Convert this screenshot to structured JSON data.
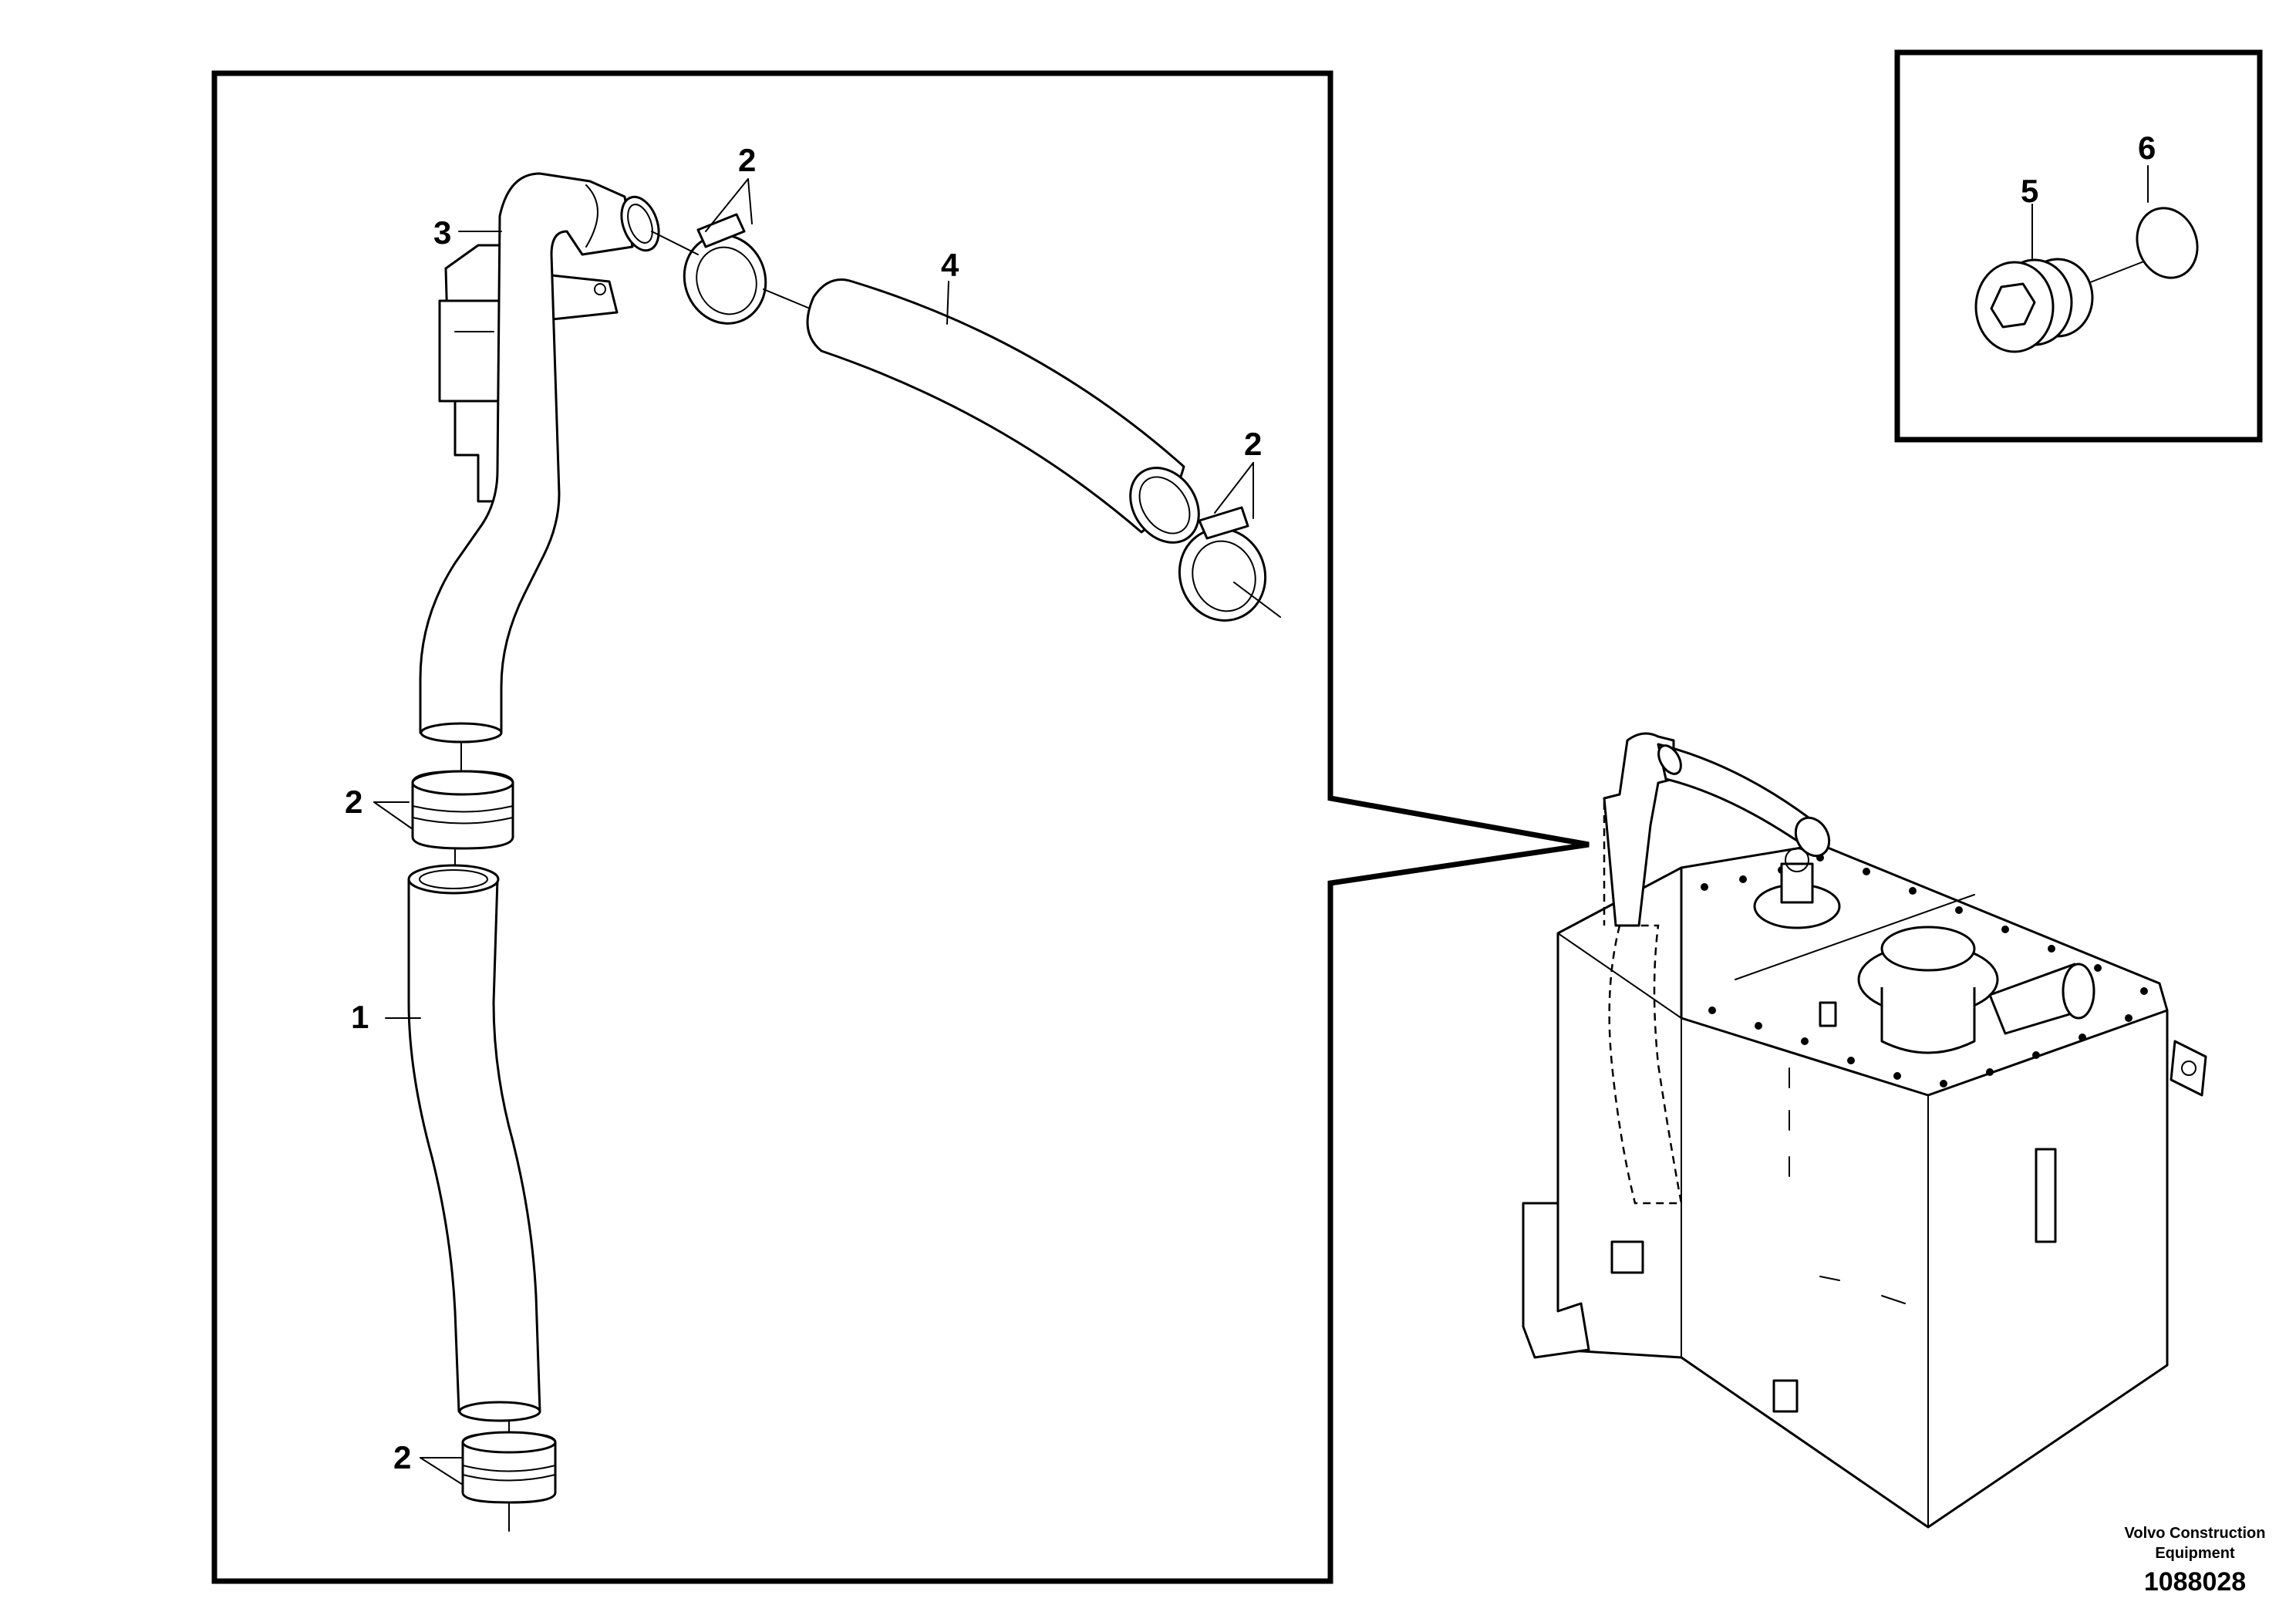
{
  "callouts": {
    "hose_lower": "1",
    "clamp_elbow": "2",
    "clamp_hose_end": "2",
    "clamp_upper_pipe": "2",
    "clamp_bottom": "2",
    "pipe_elbow": "3",
    "hose_upper": "4",
    "plug": "5",
    "seal_ring": "6"
  },
  "footer": {
    "credit_line1": "Volvo Construction",
    "credit_line2": "Equipment",
    "doc_number": "1088028"
  }
}
